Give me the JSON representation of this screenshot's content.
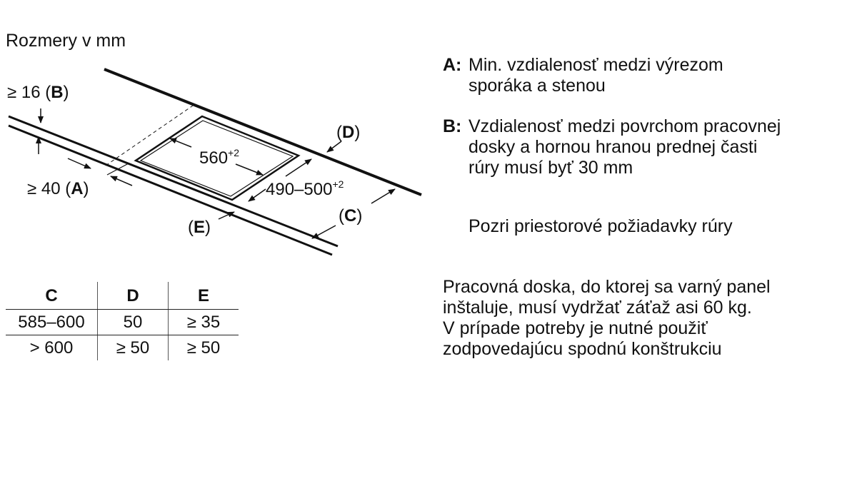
{
  "title": "Rozmery v mm",
  "diagram": {
    "label_b": {
      "prefix": "≥ 16 (",
      "bold": "B",
      "suffix": ")"
    },
    "label_a": {
      "prefix": "≥ 40 (",
      "bold": "A",
      "suffix": ")"
    },
    "label_d": {
      "prefix": "(",
      "bold": "D",
      "suffix": ")"
    },
    "label_c": {
      "prefix": "(",
      "bold": "C",
      "suffix": ")"
    },
    "label_e": {
      "prefix": "(",
      "bold": "E",
      "suffix": ")"
    },
    "width_value": "560",
    "width_tolerance": "+2",
    "depth_value": "490–500",
    "depth_tolerance": "+2"
  },
  "table": {
    "headers": [
      "C",
      "D",
      "E"
    ],
    "rows": [
      [
        "585–600",
        "50",
        "≥ 35"
      ],
      [
        "> 600",
        "≥ 50",
        "≥ 50"
      ]
    ]
  },
  "notes": {
    "a_key": "A:",
    "a_lines": [
      "Min. vzdialenosť medzi výrezom",
      "sporáka a stenou"
    ],
    "b_key": "B:",
    "b_lines": [
      "Vzdialenosť medzi povrchom pracovnej",
      "dosky a hornou hranou prednej časti",
      "rúry musí byť 30 mm"
    ],
    "see": "Pozri priestorové požiadavky rúry",
    "load_lines": [
      "Pracovná doska, do ktorej sa varný panel",
      "inštaluje, musí vydržať záťaž asi 60 kg.",
      "V prípade potreby je nutné použiť",
      "zodpovedajúcu spodnú konštrukciu"
    ]
  }
}
